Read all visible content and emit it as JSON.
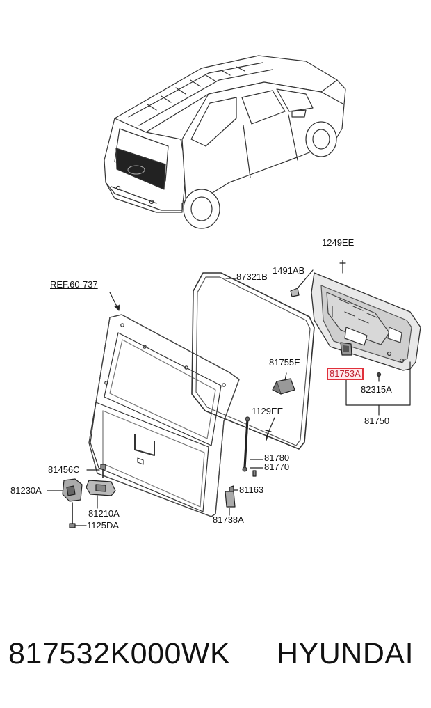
{
  "diagram": {
    "ref_label": "REF.60-737",
    "labels": {
      "p1249EE": "1249EE",
      "p1491AB": "1491AB",
      "p87321B": "87321B",
      "p81755E": "81755E",
      "p81753A": "81753A",
      "p82315A": "82315A",
      "p81750": "81750",
      "p1129EE": "1129EE",
      "p81780": "81780",
      "p81770": "81770",
      "p81163": "81163",
      "p81738A": "81738A",
      "p81456C": "81456C",
      "p81230A": "81230A",
      "p81210A": "81210A",
      "p1125DA": "1125DA"
    },
    "highlight_color": "#e0303a"
  },
  "footer": {
    "part_number": "817532K000WK",
    "brand": "HYUNDAI"
  }
}
